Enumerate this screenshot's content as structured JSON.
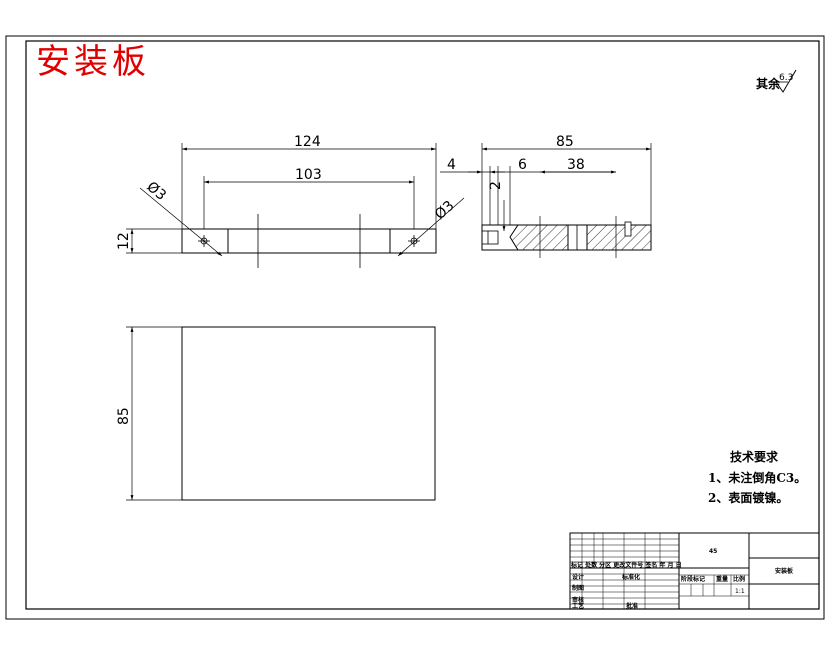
{
  "title": "安装板",
  "roughness": {
    "label": "其余",
    "value": "6.3"
  },
  "front_view": {
    "overall_length": "124",
    "hole_spacing": "103",
    "thickness": "12",
    "hole_left": "Ø3",
    "hole_right": "Ø3"
  },
  "side_view": {
    "overall_width": "85",
    "dim_a": "4",
    "dim_b": "6",
    "dim_c": "38",
    "dim_d": "2"
  },
  "top_view": {
    "width": "85"
  },
  "notes": {
    "heading": "技术要求",
    "item1": "1、未注倒角C3。",
    "item2": "2、表面镀镍。"
  },
  "title_block": {
    "row_header": "标记 处数 分区 更改文件号 签名 年 月 日",
    "design": "设计",
    "standardize": "标准化",
    "draw": "制图",
    "process": "工艺",
    "review": "审核",
    "approve": "批准",
    "stage_mark": "阶段标记",
    "weight": "重量",
    "scale": "比例",
    "scale_value": "1:1",
    "material_box": "45",
    "drawing_name": "安装板"
  }
}
